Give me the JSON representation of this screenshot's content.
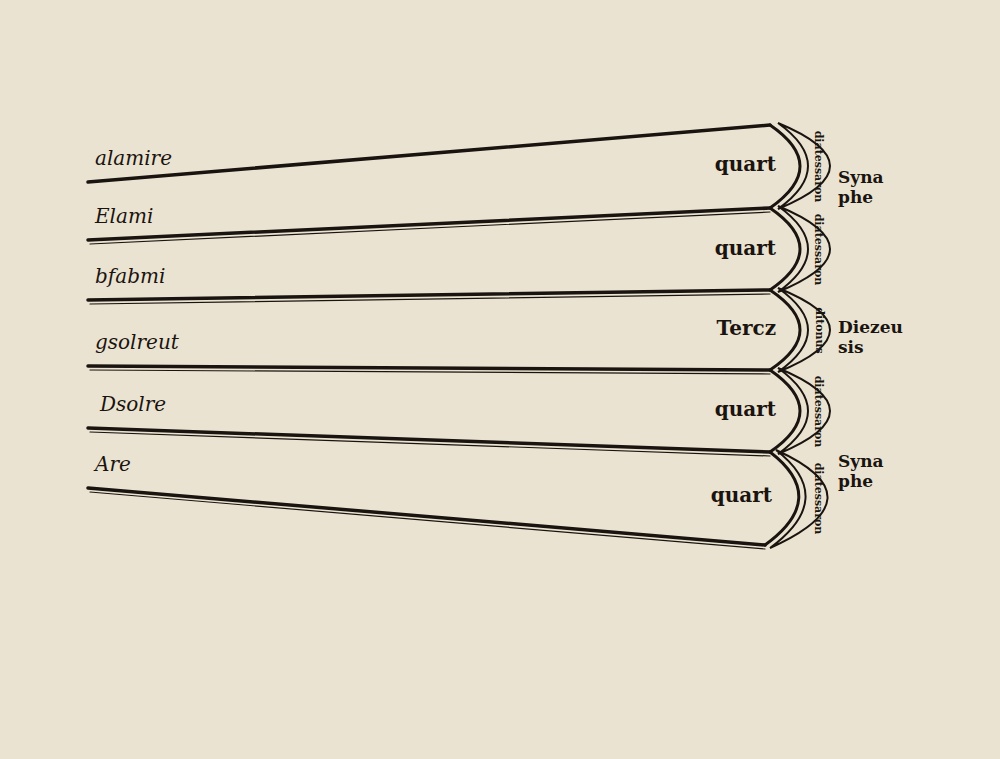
{
  "diagram": {
    "labels": [
      "alamire",
      "Elami",
      "bfabmi",
      "gsolreut",
      "Dsolre",
      "Are",
      "quart",
      "quart",
      "Tercz",
      "quart",
      "quart",
      "diatessaron",
      "diatessaron",
      "ditonus",
      "diatessaron",
      "diatessaron",
      "Syna phe",
      "Diezeu sis",
      "Syna phe"
    ]
  }
}
